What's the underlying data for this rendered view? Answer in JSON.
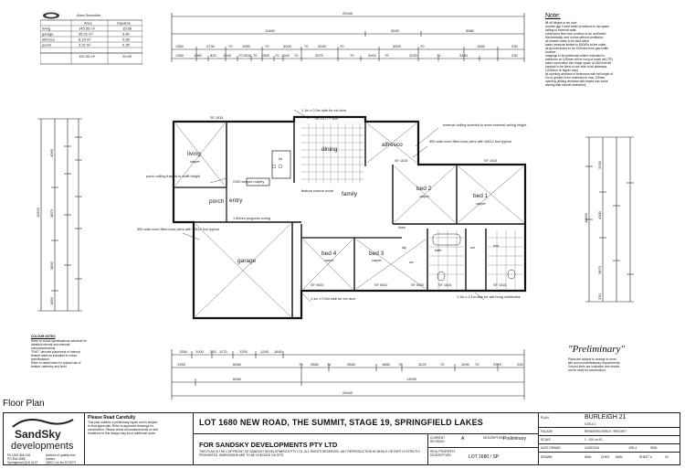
{
  "area_schedule": {
    "logo": "SandSky",
    "title": "Area Schedule",
    "headers": [
      "",
      "Area",
      "Squares"
    ],
    "rows": [
      [
        "living",
        "145.55 m²",
        "15.66"
      ],
      [
        "garage",
        "35.31 m²",
        "3.80"
      ],
      [
        "alfresco",
        "8.19 m²",
        "0.88"
      ],
      [
        "porch",
        "3.22 m²",
        "0.35"
      ]
    ],
    "total": [
      "",
      "192.32 m²",
      "20.69"
    ]
  },
  "dimensions": {
    "top_overall": "20440",
    "top_row1": [
      "11460",
      "3030",
      "5580"
    ],
    "top_row2": [
      "1350",
      "4730",
      "70",
      "1950",
      "70",
      "3000",
      "70",
      "3030",
      "70",
      "3500",
      "70",
      "1650",
      "230"
    ],
    "top_row3": [
      "1350",
      "1960",
      "820",
      "1500",
      "70",
      "1500",
      "70",
      "1500",
      "70",
      "1300",
      "70",
      "2970",
      "70",
      "3000",
      "70",
      "2020",
      "70",
      "3440",
      "230"
    ],
    "bottom_overall": "20440",
    "bottom_row1": [
      "6060",
      "13030"
    ],
    "bottom_row2": [
      "1350",
      "6060",
      "70",
      "2880",
      "70",
      "2850",
      "1880",
      "70",
      "3220",
      "70",
      "2690",
      "70",
      "2970",
      "230"
    ],
    "bottom_row3": [
      "1350",
      "1000",
      "230",
      "1175",
      "1200",
      "1245",
      "1840"
    ],
    "left_overall": "11560",
    "left_parts": [
      "4060",
      "3870",
      "3850",
      "1850"
    ],
    "right_overall": "11560",
    "right_parts": [
      "2530",
      "4380",
      "3870",
      "230"
    ]
  },
  "rooms": [
    {
      "name": "living",
      "sub": "carpet"
    },
    {
      "name": "kit",
      "sub": ""
    },
    {
      "name": "dining",
      "sub": ""
    },
    {
      "name": "alfresco",
      "sub": ""
    },
    {
      "name": "bed 2",
      "sub": "carpet"
    },
    {
      "name": "bed 1",
      "sub": "carpet"
    },
    {
      "name": "family",
      "sub": ""
    },
    {
      "name": "porch",
      "sub": ""
    },
    {
      "name": "entry",
      "sub": ""
    },
    {
      "name": "garage",
      "sub": ""
    },
    {
      "name": "bed 4",
      "sub": "carpet"
    },
    {
      "name": "bed 3",
      "sub": "carpet"
    },
    {
      "name": "bath",
      "sub": ""
    },
    {
      "name": "ens",
      "sub": ""
    },
    {
      "name": "wir",
      "sub": ""
    },
    {
      "name": "ldy",
      "sub": ""
    },
    {
      "name": "wc",
      "sub": ""
    },
    {
      "name": "linen",
      "sub": ""
    },
    {
      "name": "ptry",
      "sub": ""
    }
  ],
  "plan_annotations": [
    "1.1m x 0.5m slab for ext door",
    "external ceiling sheeted to meet external ceiling height",
    "350 wide cone filled brick piers with UM12 tool typical",
    "porch ceiling framed to soffit height",
    "350 wide cone filled brick piers with UM12 tool typical",
    "1.1m x 0.5m slab for ext door",
    "1.1m x 2.1m slab for wet hung clothesline",
    "feature cornice niche",
    "2100 tamper rod",
    "1.50mm progress curing",
    "SF 1515",
    "SF 1515",
    "SF 2177 + 820",
    "SF 0920",
    "SF 0920",
    "SF 0920",
    "SF 1515",
    "SF 1515",
    "SF 1515"
  ],
  "notes": {
    "title": "Note:",
    "lines": [
      "lift off hinges to wc door",
      "provide gyp II sold water provisions to dw space",
      "ceiling to external walls",
      "continuous flow hws, position to be confirmed",
      "Mechanically vent rooms without ventilation",
      "all shower roses to be AAA rated",
      "water pressure limited to 500kPa at the outlet",
      "all ground drains to be 1000mm from gas bottle",
      "location",
      "nosgings to be positioned where indicated in",
      "bathroom at 1100mm aff for hung of towel rail (TR)",
      "water connection into fridge space at 1500mm aff",
      "handrail to be fixed to one side of all stairways",
      "(1000mm or higher only)",
      "all opening windows in bedrooms with fall height of",
      "2m or greater to be restricted to max 125mm",
      "opening (sliding windows with keyed lock locks,",
      "awning with ratchet restriction)"
    ]
  },
  "colour_notes": {
    "title": "COLOUR NOTES",
    "lines": [
      "Refer to colour specifications schedule for",
      "detailed internal and external",
      "colours/selections",
      "\"PMC\" denotes placement of internal",
      "feature walls as indicated in colour",
      "specifications",
      "Refer to detail insert for typical use of",
      "feature cabinetry and linen"
    ]
  },
  "preliminary": {
    "label": "\"Preliminary\"",
    "lines": [
      "Plans are subject to change to meet",
      "site and council/statutory requirements.",
      "Ground lines are indicative and should",
      "not be used for construction."
    ]
  },
  "floor_plan_label": "Floor Plan",
  "title_block": {
    "logo_line1": "SandSky",
    "logo_line2": "developments",
    "contact_lines": [
      "Ph 1300 366 218",
      "PO Box 3086",
      "Springwood QLD 4127"
    ],
    "motto": "Authors of quality new homes",
    "license": "QBCC Lic No 1073271",
    "read_carefully": "Please Read Carefully",
    "read_lines": [
      "This plan outlines a preliminary layout and is subject",
      "to final approvals. Refer to approved drawings for",
      "construction. Please check all measurements on site.",
      "Variations to this design may incur additional costs."
    ],
    "address": "LOT 1680 NEW ROAD, THE SUMMIT, STAGE 19, SPRINGFIELD LAKES",
    "for_line": "FOR SANDSKY DEVELOPMENTS PTY LTD",
    "copyright": "THIS PLAN IS THE COPYRIGHT OF SANDSKY DEVELOPMENTS PTY LTD. ALL RIGHTS RESERVED. ANY REPRODUCTION IN WHOLE OR PART IS STRICTLY PROHIBITED. DIMENSIONS ARE TO BE CHECKED ON SITE.",
    "current_revision_label": "CURRENT REVISION",
    "current_revision_value": "A",
    "revision_desc_label": "DESCRIPTION",
    "revision_desc_value": "Preliminary",
    "real_property_label": "REAL PROPERTY DESCRIPTION",
    "real_property_value": "LOT 1680 / SP",
    "plan_label": "PLAN",
    "plan_name": "BURLEIGH 21",
    "plan_code": "V2014.1",
    "facade_label": "FACADE",
    "facade_value": "RENDERED BRICK \"RESORT\"",
    "scale_label": "SCALE",
    "scale_value": "1 : 100 on A3",
    "date_drawn_label": "DATE DRAWN",
    "date_drawn_value": "11/08/2014",
    "job_label": "JOB #",
    "job_value": "5535",
    "drawn_label": "DRAWN",
    "drawn_value": "MAN",
    "chkd_label": "CHKD",
    "chkd_value": "MAN",
    "sheet_label": "SHEET #",
    "sheet_value": "04"
  }
}
